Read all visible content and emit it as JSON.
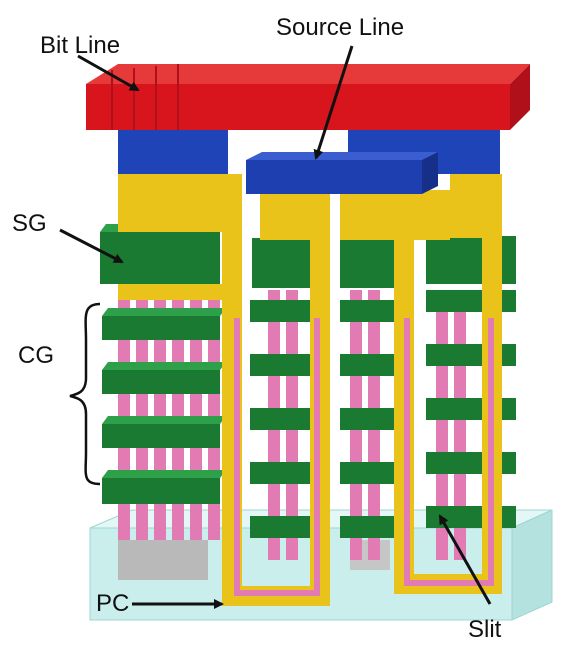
{
  "labels": {
    "bit_line": "Bit Line",
    "source_line": "Source Line",
    "sg": "SG",
    "cg": "CG",
    "pc": "PC",
    "slit": "Slit"
  },
  "colors": {
    "bit_line": "#d8141c",
    "source_line": "#1e3fb0",
    "select_gate": "#1a7a32",
    "channel_yellow": "#e9c21a",
    "charge_pink": "#e27ab4",
    "substrate": "#c9eeec",
    "pillar_blue": "#1f44b8"
  }
}
